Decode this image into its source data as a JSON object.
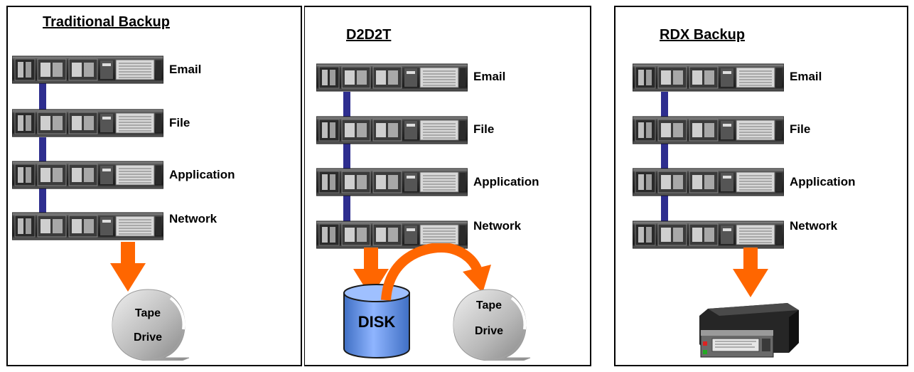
{
  "panels": [
    {
      "title": "Traditional Backup",
      "servers": [
        "Email",
        "File",
        "Application",
        "Network"
      ],
      "target": [
        "Tape",
        "Drive"
      ]
    },
    {
      "title": "D2D2T",
      "servers": [
        "Email",
        "File",
        "Application",
        "Network"
      ],
      "disk_label": "DISK",
      "target": [
        "Tape",
        "Drive"
      ]
    },
    {
      "title": "RDX Backup",
      "servers": [
        "Email",
        "File",
        "Application",
        "Network"
      ]
    }
  ],
  "colors": {
    "arrow": "#ff6600",
    "link": "#2e2e8f",
    "disk": "#6ea0f0",
    "tape": "#c8c8c8"
  }
}
